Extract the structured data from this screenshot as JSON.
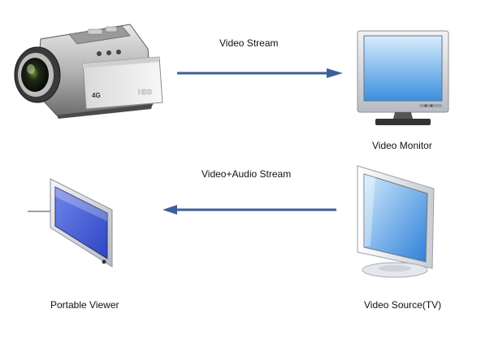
{
  "nodes": {
    "camcorder": {
      "text_4g": "4G",
      "text_hdd": "HDD"
    },
    "monitor": {
      "label": "Video Monitor"
    },
    "tv": {
      "label": "Video Source(TV)"
    },
    "portable": {
      "label": "Portable Viewer"
    }
  },
  "edges": {
    "top": {
      "label": "Video Stream"
    },
    "bottom": {
      "label": "Video+Audio Stream"
    }
  },
  "colors": {
    "arrow": "#3d5f99",
    "screen_top": "#d8ecfb",
    "screen_bottom": "#3a8fe0",
    "portable_screen": "#3d55d0",
    "bezel": "#c9cdd3",
    "camera_dark": "#2b2b2b"
  }
}
